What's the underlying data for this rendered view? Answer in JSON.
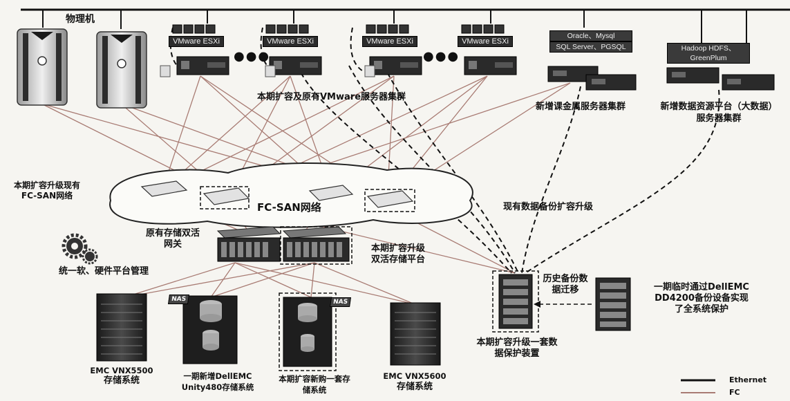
{
  "labels": {
    "physical_machine": "物理机",
    "esxi": [
      "VMware ESXi",
      "VMware ESXi",
      "VMware ESXi",
      "VMware ESXi"
    ],
    "db_types": [
      "Oracle、Mysql",
      "SQL Server、PGSQL"
    ],
    "bigdata_types": "Hadoop HDFS、GreenPlum",
    "vmware_cluster": "本期扩容及原有VMware服务器集群",
    "finance_cluster": "新增课金属服务器集群",
    "bigdata_cluster_l1": "新增数据资源平台（大数据）",
    "bigdata_cluster_l2": "服务器集群",
    "fcsan_upgrade_l1": "本期扩容升级现有",
    "fcsan_upgrade_l2": "FC-SAN网络",
    "fcsan_network": "FC-SAN网络",
    "backup_upgrade": "现有数据备份扩容升级",
    "gateway_l1": "原有存储双活",
    "gateway_l2": "网关",
    "dual_active_l1": "本期扩容升级",
    "dual_active_l2": "双活存储平台",
    "mgmt": "统一软、硬件平台管理",
    "history_l1": "历史备份数",
    "history_l2": "据迁移",
    "dd4200_l1": "一期临时通过DellEMC",
    "dd4200_l2": "DD4200备份设备实现",
    "dd4200_l3": "了全系统保护",
    "protect_l1": "本期扩容升级一套数",
    "protect_l2": "据保护装置",
    "vnx5500_l1": "EMC VNX5500",
    "vnx5500_l2": "存储系统",
    "unity_l1": "一期新增DellEMC",
    "unity_l2": "Unity480存储系统",
    "newstore_l1": "本期扩容新购一套存",
    "newstore_l2": "储系统",
    "vnx5600_l1": "EMC VNX5600",
    "vnx5600_l2": "存储系统",
    "nas": [
      "NAS",
      "NAS"
    ],
    "dots": [
      "●●●",
      "●●●"
    ]
  },
  "legend": {
    "ethernet": "Ethernet",
    "fc": "FC"
  },
  "colors": {
    "fc_line": "#a87b73",
    "ethernet_line": "#111111",
    "device_dark": "#2a2a2a",
    "device_light": "#d9d9d9",
    "background": "#f6f5f1"
  }
}
